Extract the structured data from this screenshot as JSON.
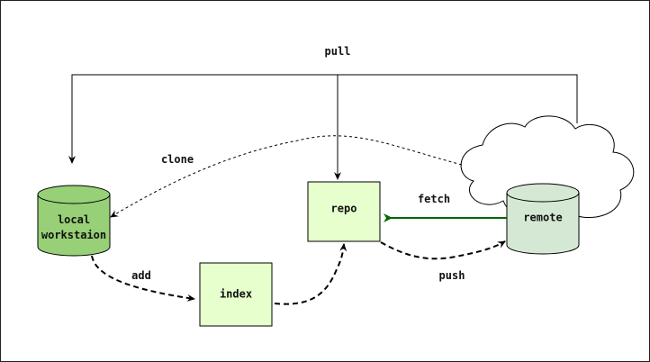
{
  "diagram": {
    "nodes": {
      "local": {
        "label_line1": "local",
        "label_line2": "workstaion",
        "shape": "cylinder",
        "fill": "#97d077"
      },
      "index": {
        "label": "index",
        "shape": "rectangle",
        "fill": "#e6ffcc"
      },
      "repo": {
        "label": "repo",
        "shape": "rectangle",
        "fill": "#e6ffcc"
      },
      "remote": {
        "label": "remote",
        "shape": "cylinder",
        "fill": "#d5e8d4",
        "container": "cloud"
      }
    },
    "edges": {
      "pull": {
        "label": "pull",
        "style": "solid",
        "color": "#000000"
      },
      "clone": {
        "label": "clone",
        "style": "dotted",
        "color": "#000000"
      },
      "add": {
        "label": "add",
        "style": "dashed-bold",
        "color": "#000000"
      },
      "push": {
        "label": "push",
        "style": "dashed-bold",
        "color": "#000000"
      },
      "fetch": {
        "label": "fetch",
        "style": "solid",
        "color": "#006600"
      },
      "commit": {
        "label": "",
        "style": "dashed-bold",
        "color": "#000000"
      }
    }
  }
}
